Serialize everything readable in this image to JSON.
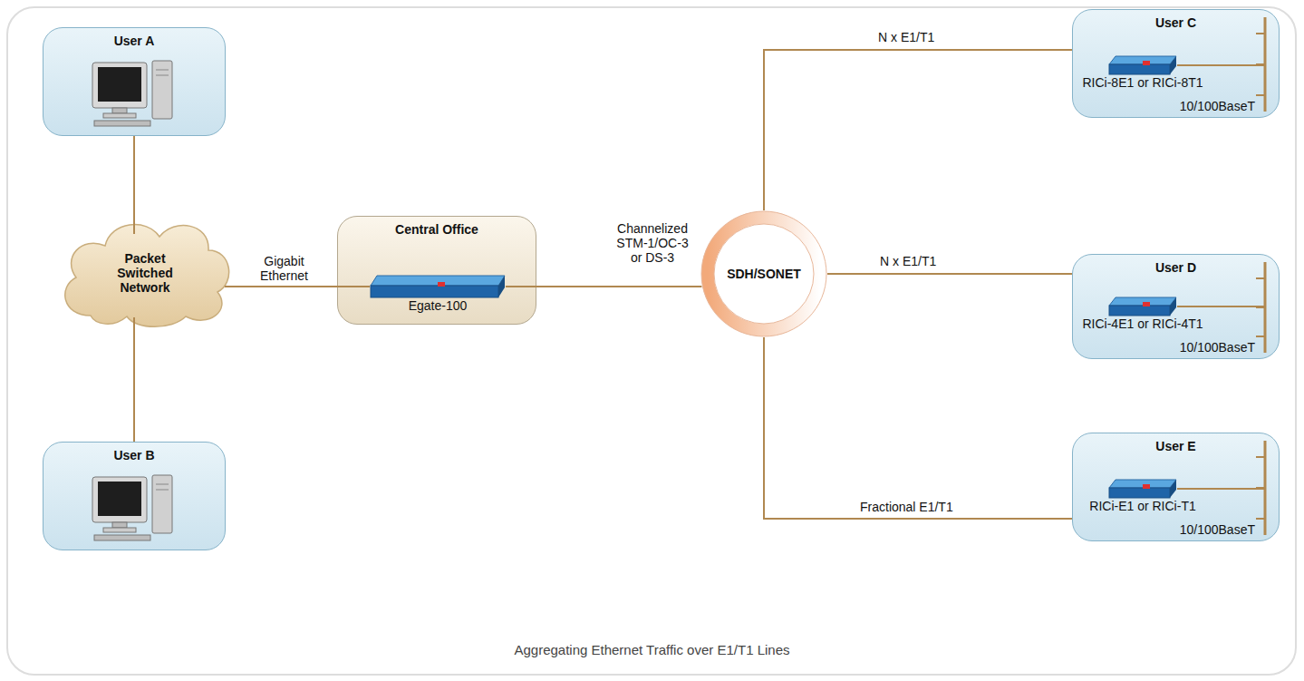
{
  "diagram": {
    "caption": "Aggregating Ethernet Traffic over E1/T1 Lines",
    "nodes": [
      {
        "text": [
          "User A"
        ]
      },
      {
        "text": [
          "User B"
        ]
      },
      {
        "text": [
          "Packet Switched Network"
        ]
      },
      {
        "text": [
          "Central Office"
        ]
      },
      {
        "text": [
          "Egate-100"
        ],
        "in": 3
      },
      {
        "text": [
          "SDH/SONET"
        ]
      },
      {
        "text": [
          "User C",
          "10/100BaseT"
        ]
      },
      {
        "text": [
          "RICi-8E1 or RICi-8T1"
        ],
        "in": 6
      },
      {
        "text": [
          "User D",
          "10/100BaseT"
        ]
      },
      {
        "text": [
          "RICi-4E1 or RICi-4T1"
        ],
        "in": 8
      },
      {
        "text": [
          "User E",
          "10/100BaseT"
        ]
      },
      {
        "text": [
          "RICi-E1 or RICi-T1"
        ],
        "in": 10
      }
    ],
    "edges": [
      {
        "from": 0,
        "to": 2,
        "arrow": "none"
      },
      {
        "from": 1,
        "to": 2,
        "arrow": "none"
      },
      {
        "from": 2,
        "to": 4,
        "label": "Gigabit Ethernet",
        "arrow": "none"
      },
      {
        "from": 4,
        "to": 5,
        "label": "Channelized STM-1/OC-3 or DS-3",
        "arrow": "none"
      },
      {
        "from": 5,
        "to": 6,
        "label": "N x E1/T1",
        "arrow": "none"
      },
      {
        "from": 5,
        "to": 8,
        "label": "N x E1/T1",
        "arrow": "none"
      },
      {
        "from": 5,
        "to": 10,
        "label": "Fractional E1/T1",
        "arrow": "none"
      }
    ]
  }
}
